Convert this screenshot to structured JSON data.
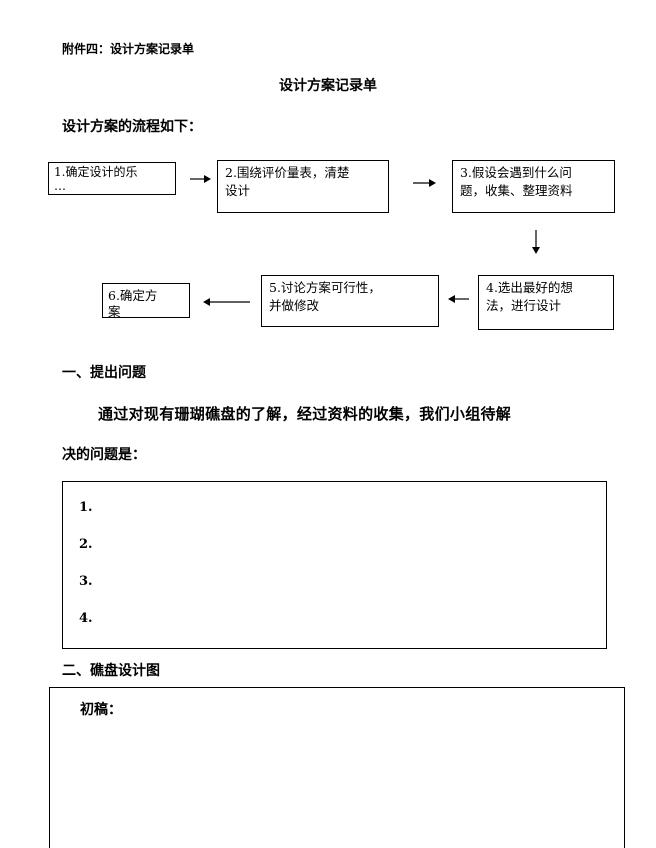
{
  "attachment_label": "附件四：设计方案记录单",
  "title": "设计方案记录单",
  "flow_intro": "设计方案的流程如下：",
  "flow_steps": [
    {
      "line1": "1.确定设计的乐",
      "line2": "…"
    },
    {
      "line1": "2.围绕评价量表，清楚",
      "line2": "设计"
    },
    {
      "line1": "3.假设会遇到什么问",
      "line2": "题，收集、整理资料"
    },
    {
      "line1": "4.选出最好的想",
      "line2": "法，进行设计"
    },
    {
      "line1": "5.讨论方案可行性，",
      "line2": "并做修改"
    },
    {
      "line1": "6.确定方",
      "line2": "案"
    }
  ],
  "section1": {
    "heading": "一、提出问题",
    "paragraph_line1": "通过对现有珊瑚礁盘的了解，经过资料的收集，我们小组待解",
    "paragraph_line2": "决的问题是："
  },
  "problems": [
    "1.",
    "2.",
    "3.",
    "4."
  ],
  "section2": {
    "heading": "二、礁盘设计图",
    "draft_label": "初稿："
  }
}
